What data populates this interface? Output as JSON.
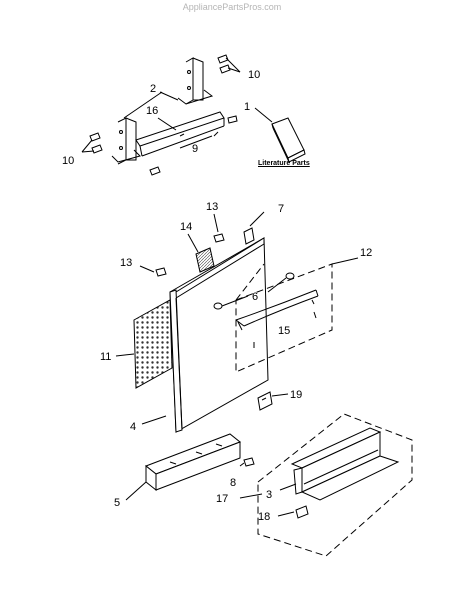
{
  "watermark": "AppliancePartsPros.com",
  "literature_label": "Literature Parts",
  "callouts": [
    "1",
    "2",
    "3",
    "4",
    "5",
    "6",
    "7",
    "8",
    "9",
    "10",
    "10",
    "11",
    "12",
    "13",
    "13",
    "14",
    "15",
    "16",
    "17",
    "18",
    "19"
  ]
}
